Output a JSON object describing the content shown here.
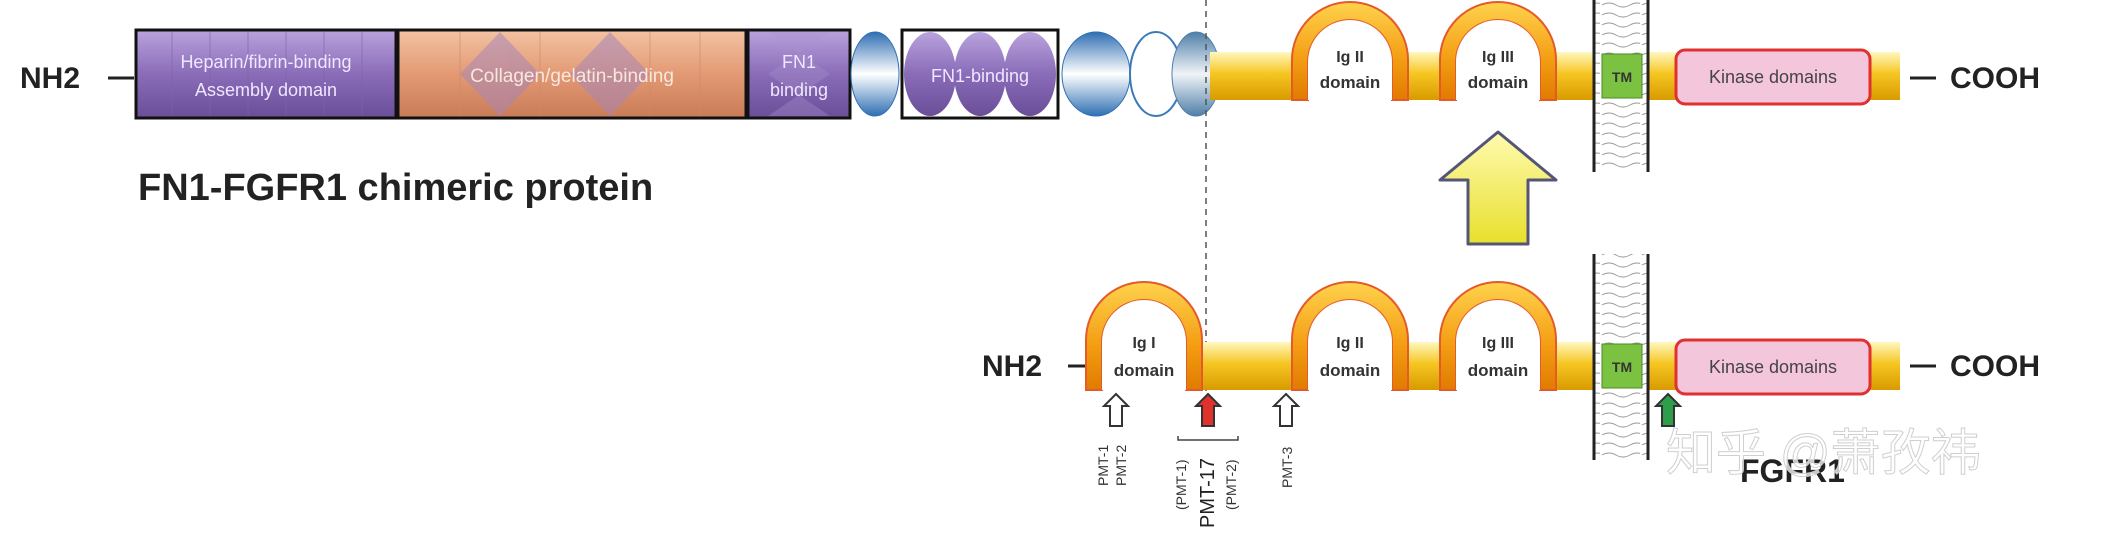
{
  "top": {
    "nh2": "NH2",
    "cooh": "COOH",
    "title": "FN1-FGFR1 chimeric protein",
    "fn1_blocks": {
      "heparin_line1": "Heparin/fibrin-binding",
      "heparin_line2": "Assembly domain",
      "collagen": "Collagen/gelatin-binding",
      "fn1_binding_a_line1": "FN1",
      "fn1_binding_a_line2": "binding",
      "fn1_binding_b": "FN1-binding"
    },
    "ig2_line1": "Ig II",
    "ig2_line2": "domain",
    "ig3_line1": "Ig III",
    "ig3_line2": "domain",
    "tm": "TM",
    "kinase": "Kinase domains"
  },
  "bottom": {
    "nh2": "NH2",
    "cooh": "COOH",
    "label": "FGFR1",
    "ig1_line1": "Ig I",
    "ig1_line2": "domain",
    "ig2_line1": "Ig II",
    "ig2_line2": "domain",
    "ig3_line1": "Ig III",
    "ig3_line2": "domain",
    "tm": "TM",
    "kinase": "Kinase domains"
  },
  "markers": {
    "pmt_a1": "PMT-1",
    "pmt_a2": "PMT-2",
    "pmt_b1": "(PMT-1)",
    "pmt_b17": "PMT-17",
    "pmt_b2": "(PMT-2)",
    "pmt_c3": "PMT-3"
  },
  "watermark": "知乎 @萧孜祎",
  "colors": {
    "fn1_purple": "#8c6fb8",
    "fn1_peach": "#e8a07c",
    "fgfr_backbone": "#f2c21a",
    "ig_arch": "#f39c12",
    "tm_green": "#7cc242",
    "kinase_pink": "#f4c6dc",
    "kinase_border": "#e03030",
    "big_arrow": "#f2ee5a",
    "red_arrow": "#e0322d",
    "green_arrow": "#2e9e4a"
  }
}
